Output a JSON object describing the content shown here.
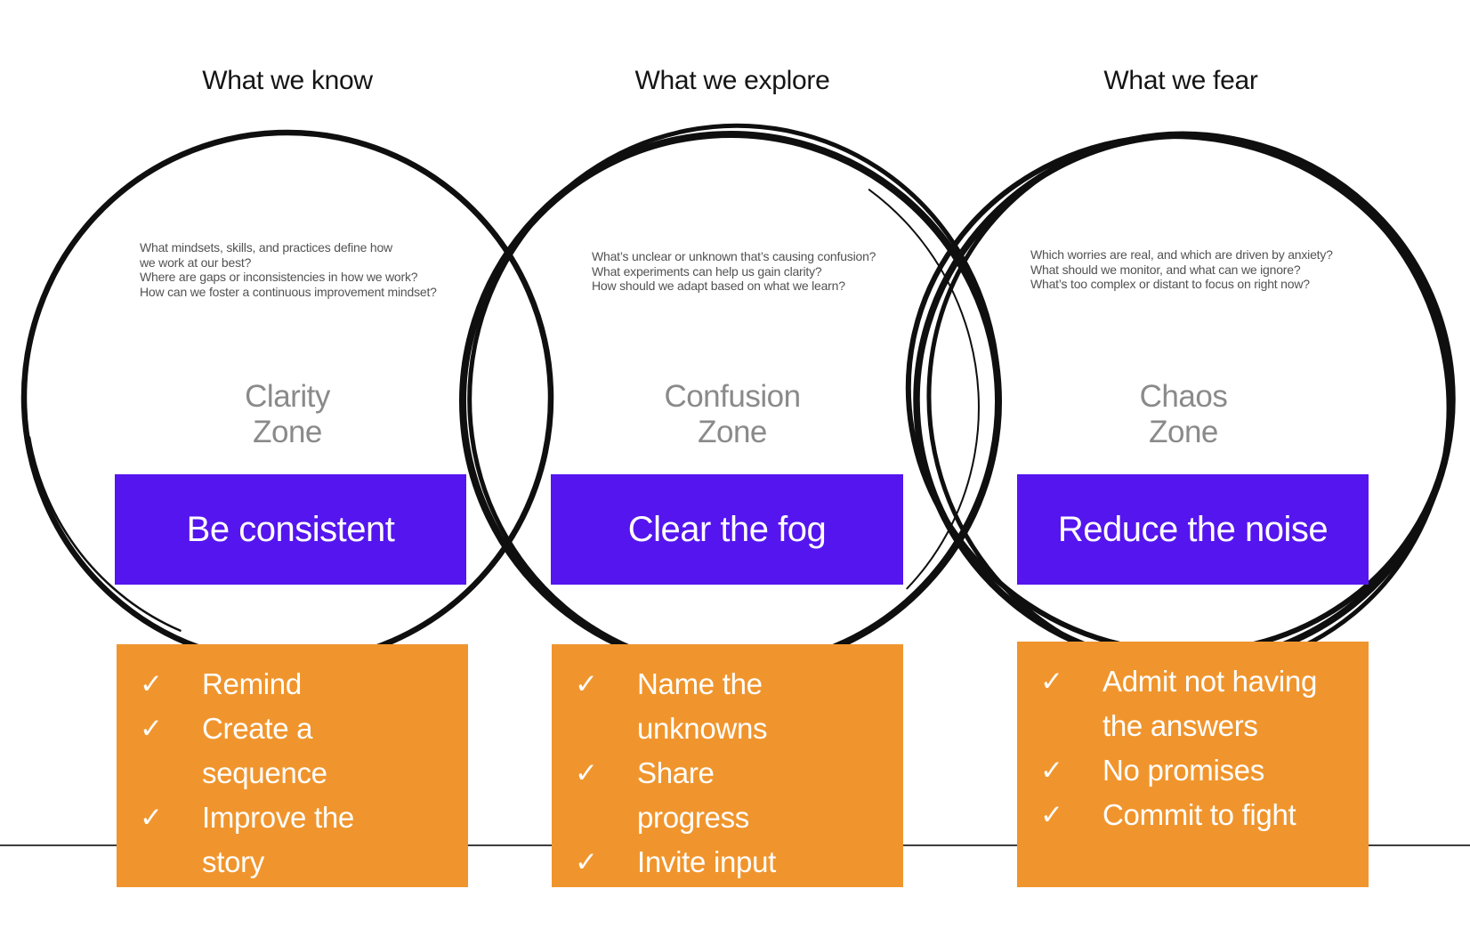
{
  "colors": {
    "banner_purple": "#5515ef",
    "action_orange": "#f0952d",
    "zone_gray": "#8a8a8a",
    "question_gray": "#525252",
    "ink_black": "#0f0f0f",
    "rule_gray": "#3d3d3d",
    "text_white": "#ffffff"
  },
  "icons": {
    "check": "✓"
  },
  "columns": [
    {
      "header": "What we know",
      "questions": "What mindsets, skills, and practices define how\nwe work at our best?\nWhere are gaps or inconsistencies in how we work?\nHow can we foster a continuous improvement mindset?",
      "zone": "Clarity\nZone",
      "banner": "Be consistent",
      "actions": [
        "Remind",
        "Create a sequence",
        "Improve the story"
      ]
    },
    {
      "header": "What we explore",
      "questions": "What’s unclear or unknown that’s causing confusion?\nWhat experiments can help us gain clarity?\nHow should we adapt based on what we learn?",
      "zone": "Confusion\nZone",
      "banner": "Clear the fog",
      "actions": [
        "Name the unknowns",
        "Share progress",
        "Invite input"
      ]
    },
    {
      "header": "What we fear",
      "questions": "Which worries are real, and which are driven by anxiety?\nWhat should we monitor, and what can we ignore?\nWhat’s too complex or distant to focus on right now?",
      "zone": "Chaos\nZone",
      "banner": "Reduce the noise",
      "actions": [
        "Admit not having the answers",
        "No promises",
        "Commit to fight"
      ]
    }
  ]
}
